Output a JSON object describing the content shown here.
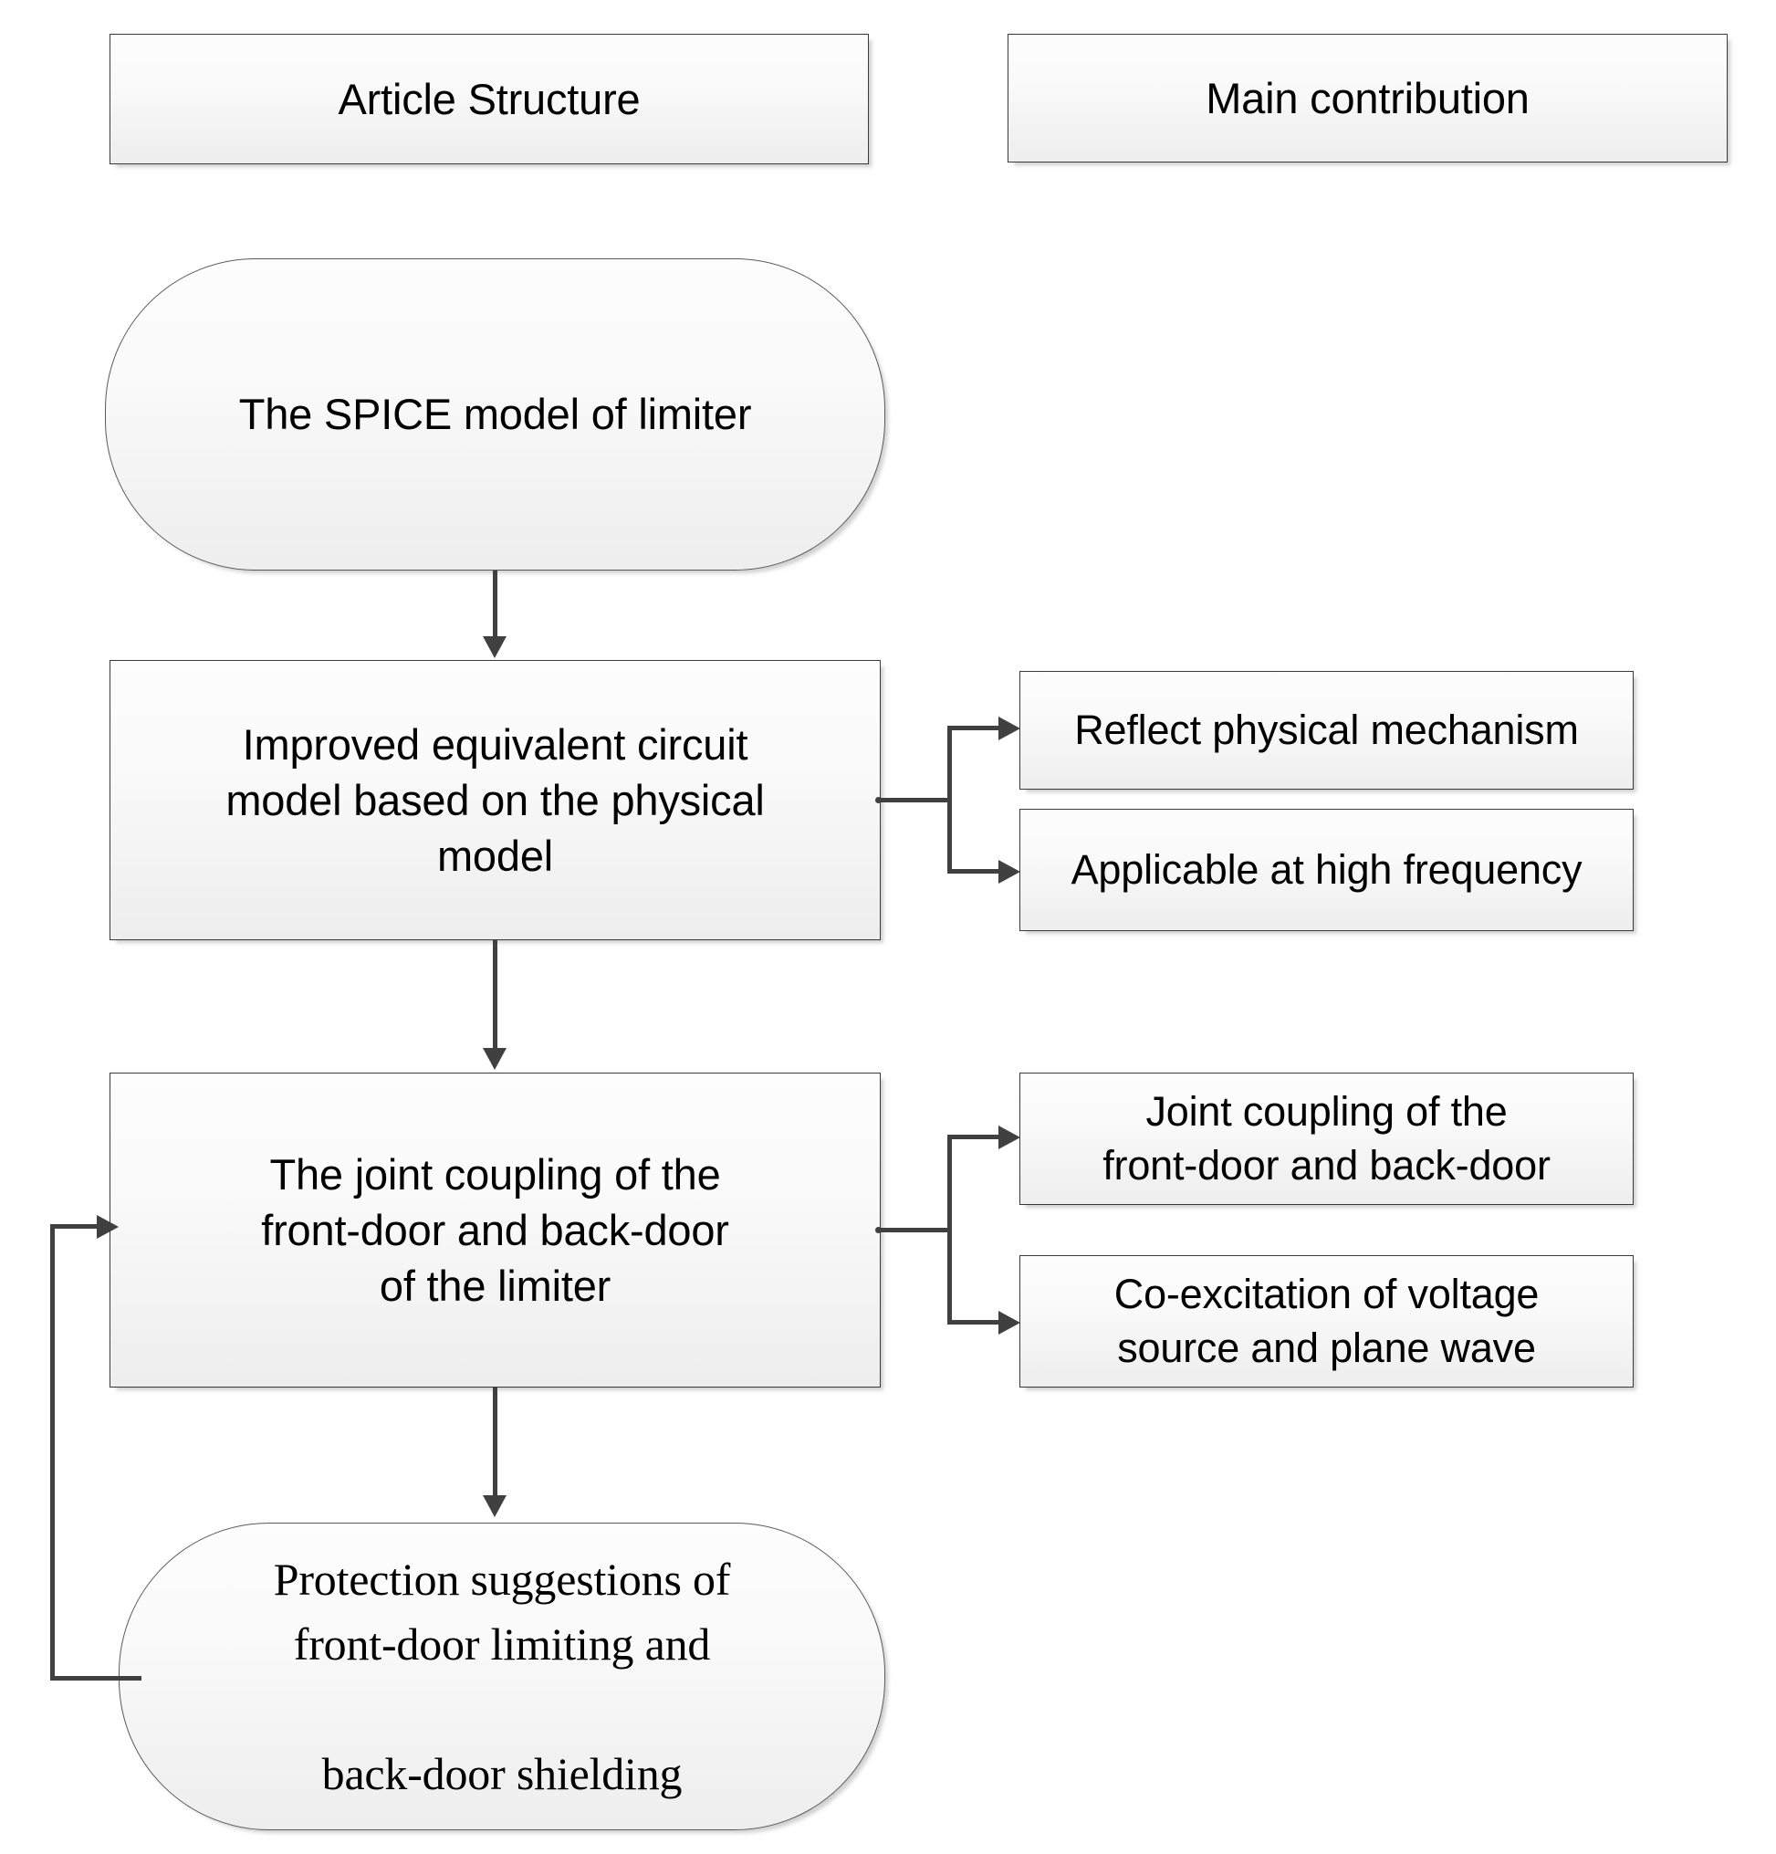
{
  "headers": [
    {
      "id": "article-structure",
      "label": "Article Structure"
    },
    {
      "id": "main-contribution",
      "label": "Main contribution"
    }
  ],
  "flow": {
    "spice_model": "The SPICE model of limiter",
    "improved_model": "Improved equivalent circuit\nmodel based on the physical\nmodel",
    "joint_coupling": "The joint coupling of the\nfront-door and back-door\nof the limiter",
    "protection": "Protection suggestions of\nfront-door limiting and\n\nback-door shielding"
  },
  "contributions": {
    "reflect_mechanism": "Reflect physical mechanism",
    "high_frequency": "Applicable at high frequency",
    "joint_coupling_contrib": "Joint coupling of the\nfront-door and back-door",
    "co_excitation": "Co-excitation of voltage\nsource and plane wave"
  },
  "colors": {
    "box_border": "#3a3a3a",
    "terminator_border": "#5a5a5a",
    "connector": "#404040",
    "fill_top": "#fdfdfd",
    "fill_bottom": "#eeeeee",
    "text": "#000000",
    "background": "#ffffff"
  }
}
